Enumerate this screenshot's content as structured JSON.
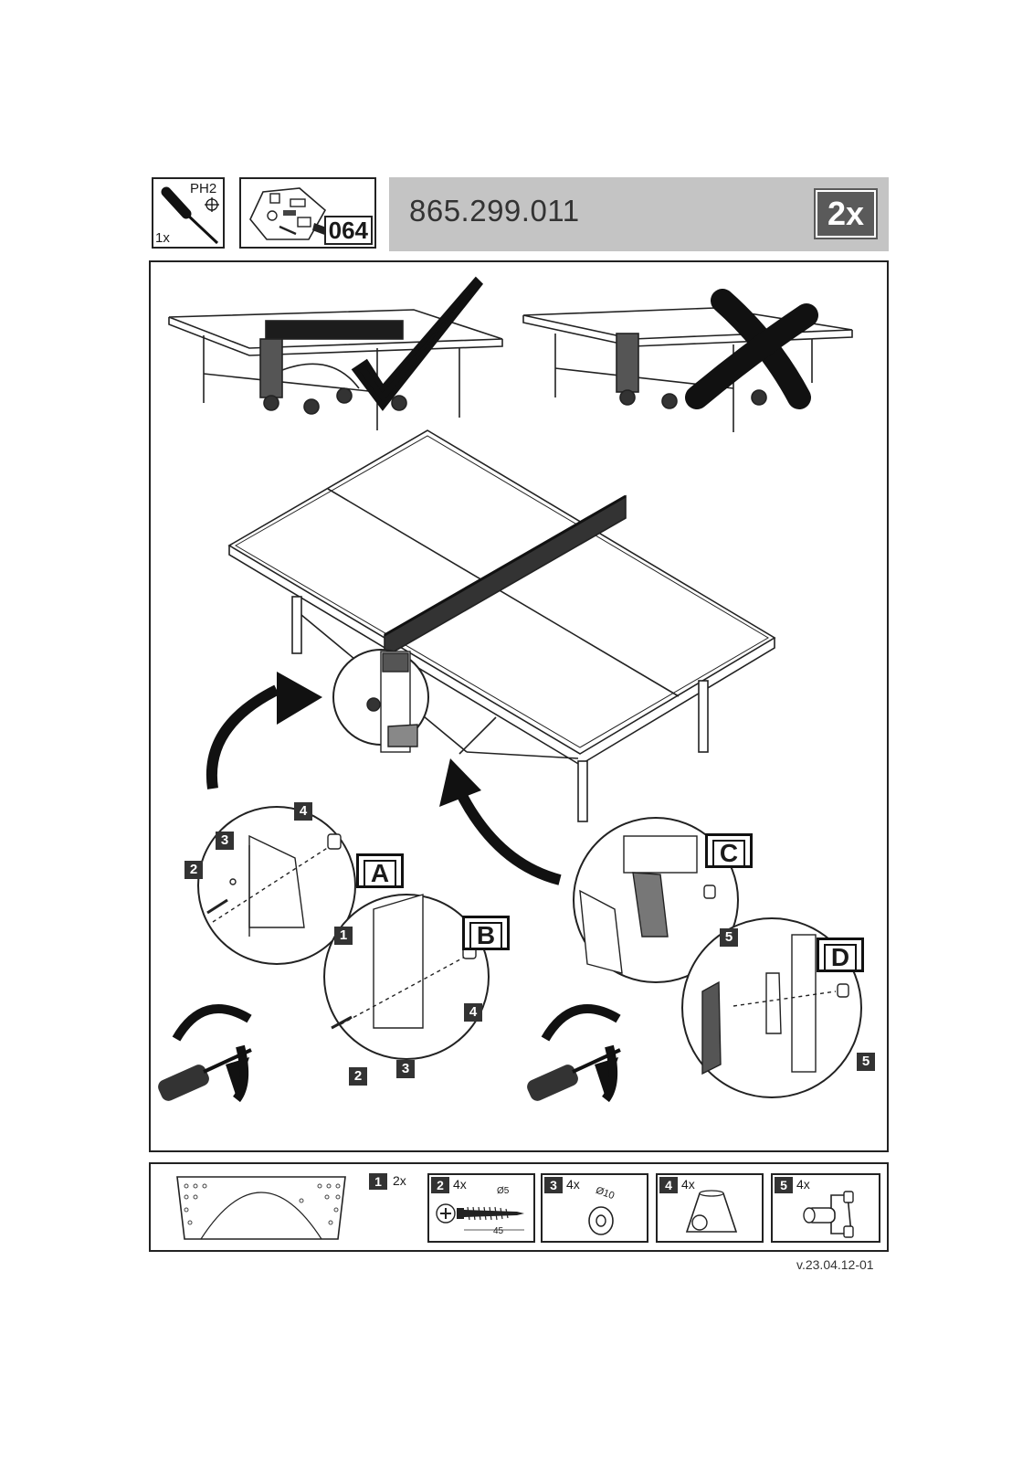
{
  "tools": {
    "screwdriver_type": "PH2",
    "screwdriver_qty": "1x",
    "hardware_bag_number": "064"
  },
  "header": {
    "part_number": "865.299.011",
    "quantity": "2x"
  },
  "callouts": {
    "A": "A",
    "B": "B",
    "C": "C",
    "D": "D"
  },
  "tags": {
    "one": "1",
    "two": "2",
    "three": "3",
    "four": "4",
    "five": "5"
  },
  "parts": [
    {
      "num": "1",
      "qty": "2x"
    },
    {
      "num": "2",
      "qty": "4x",
      "diameter": "Ø5",
      "length": "45"
    },
    {
      "num": "3",
      "qty": "4x",
      "diameter": "Ø10"
    },
    {
      "num": "4",
      "qty": "4x"
    },
    {
      "num": "5",
      "qty": "4x"
    }
  ],
  "version": "v.23.04.12-01",
  "icons": [
    "screwdriver-icon",
    "hardware-bag-icon",
    "check-mark-icon",
    "cross-mark-icon",
    "rotate-arrow-icon"
  ]
}
